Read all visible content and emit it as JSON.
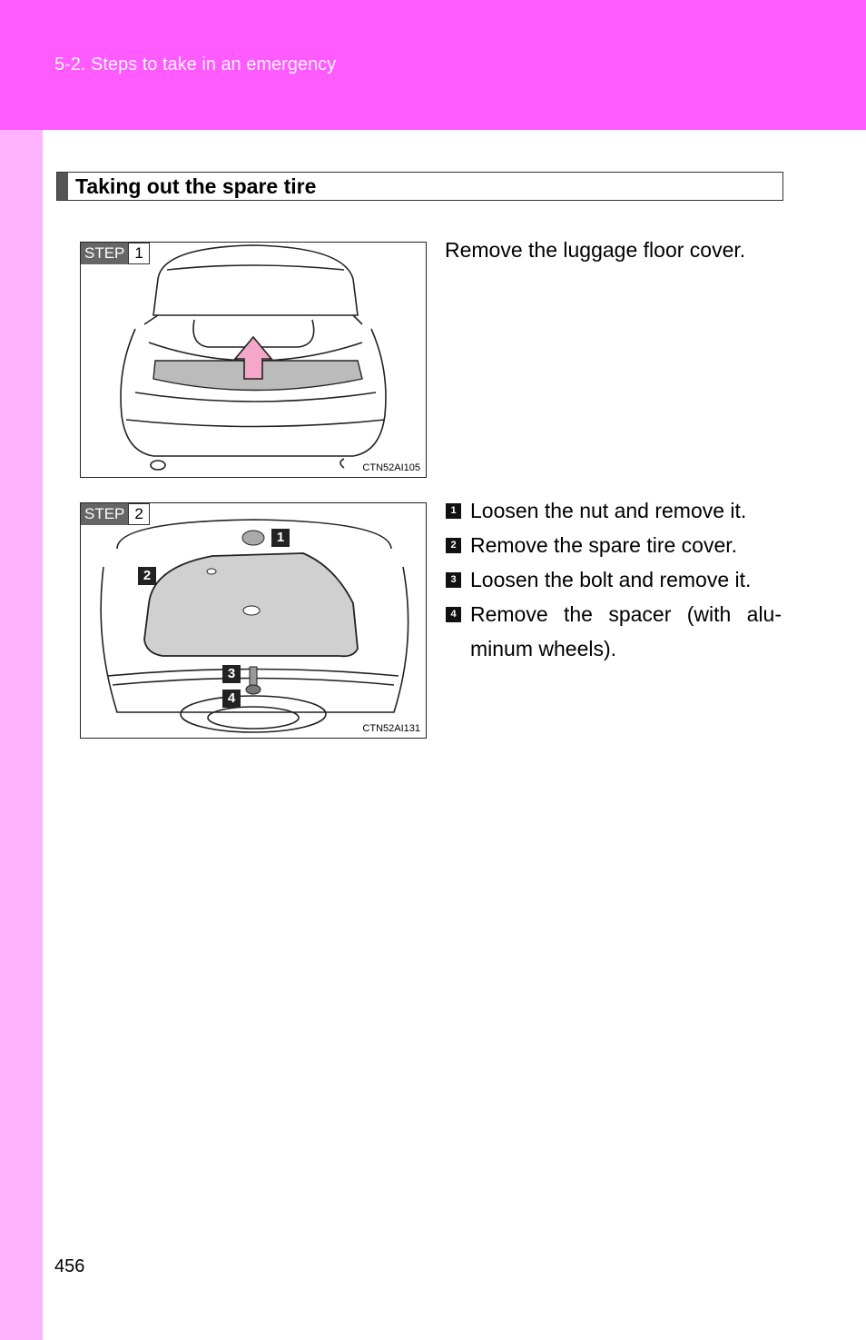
{
  "header": {
    "breadcrumb": "5-2. Steps to take in an emergency"
  },
  "section": {
    "title": "Taking out the spare tire"
  },
  "step1": {
    "badge_word": "STEP",
    "badge_num": "1",
    "figure_code": "CTN52AI105",
    "description": "Remove the luggage floor cover."
  },
  "step2": {
    "badge_word": "STEP",
    "badge_num": "2",
    "figure_code": "CTN52AI131",
    "callouts": [
      "1",
      "2",
      "3",
      "4"
    ],
    "items": [
      {
        "num": "1",
        "text": "Loosen the nut and remove it."
      },
      {
        "num": "2",
        "text": "Remove the spare tire cover."
      },
      {
        "num": "3",
        "text": "Loosen the bolt and remove it."
      },
      {
        "num": "4",
        "text": "Remove the spacer (with alu-minum wheels)."
      }
    ]
  },
  "footer": {
    "page_number": "456"
  },
  "colors": {
    "header_band": "#ff5bff",
    "side_band": "#ffb3ff",
    "arrow_fill": "#f4a7c9"
  }
}
